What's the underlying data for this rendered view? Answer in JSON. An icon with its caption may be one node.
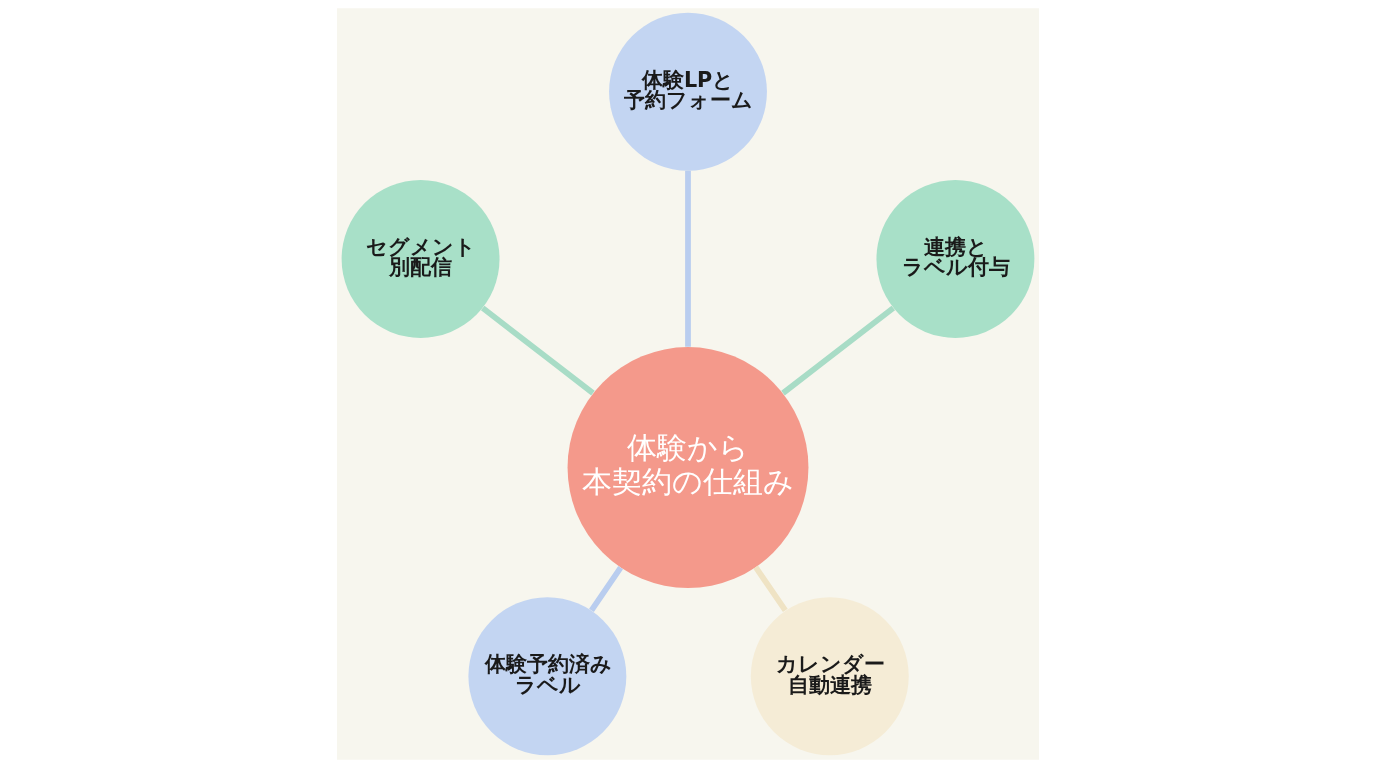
{
  "diagram": {
    "nodes": [
      {
        "text": [
          "体験から本契約の仕組み"
        ]
      },
      {
        "text": [
          "体験LPと予約フォーム"
        ]
      },
      {
        "text": [
          "セグメント別配信"
        ]
      },
      {
        "text": [
          "連携とラベル付与"
        ]
      },
      {
        "text": [
          "体験予約済みラベル"
        ]
      },
      {
        "text": [
          "カレンダー自動連携"
        ]
      }
    ],
    "edges": [
      {
        "from": 0,
        "to": 2,
        "arrow": "none",
        "color": "#a8dcc6"
      },
      {
        "from": 0,
        "to": 1,
        "arrow": "none",
        "color": "#b9cdef"
      },
      {
        "from": 0,
        "to": 3,
        "arrow": "none",
        "color": "#a8dcc6"
      },
      {
        "from": 0,
        "to": 4,
        "arrow": "none",
        "color": "#b9cdef"
      },
      {
        "from": 0,
        "to": 5,
        "arrow": "none",
        "color": "#efe3c4"
      }
    ]
  }
}
